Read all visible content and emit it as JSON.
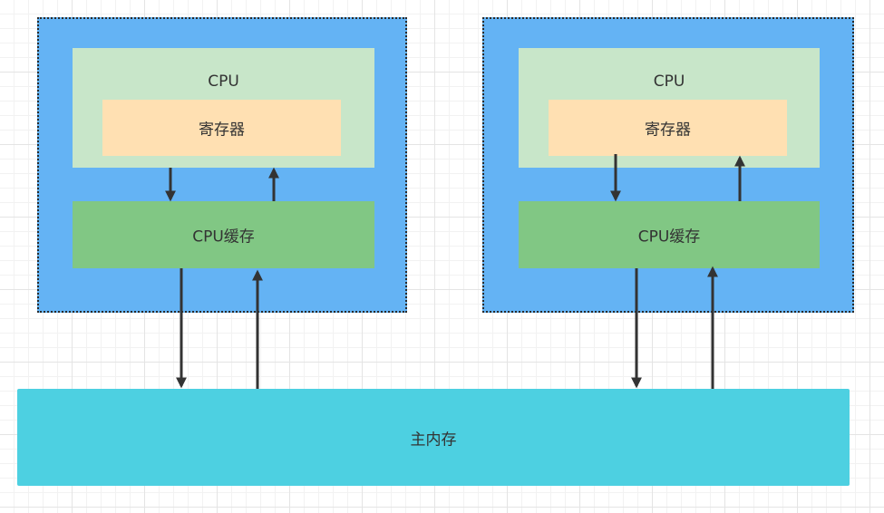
{
  "colors": {
    "grid": "#e4e4e4",
    "outer_box": "#64b3f4",
    "cpu_box": "#c8e6c9",
    "register_box": "#ffe0b2",
    "cache_box": "#81c784",
    "memory_box": "#4dd0e1",
    "arrow": "#333333"
  },
  "cpus": [
    {
      "cpu_label": "CPU",
      "register_label": "寄存器",
      "cache_label": "CPU缓存"
    },
    {
      "cpu_label": "CPU",
      "register_label": "寄存器",
      "cache_label": "CPU缓存"
    }
  ],
  "memory": {
    "label": "主内存"
  }
}
